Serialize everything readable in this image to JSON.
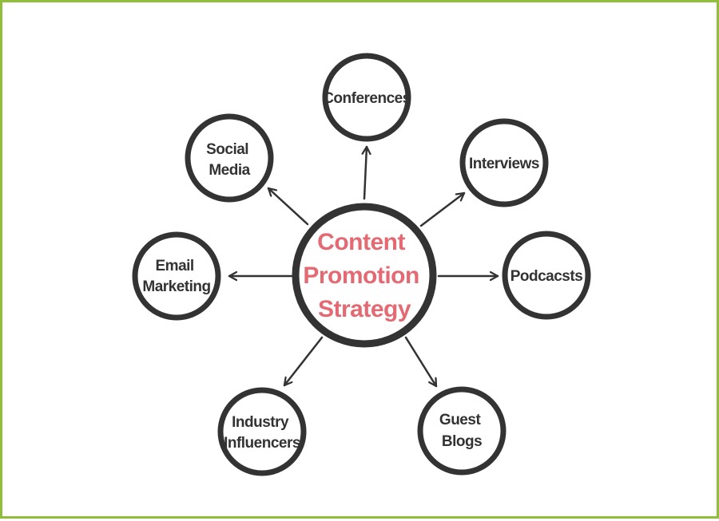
{
  "diagram": {
    "center": {
      "lines": [
        "Content",
        "Promotion",
        "Strategy"
      ],
      "color": "#e36a73"
    },
    "nodes": {
      "conferences": {
        "lines": [
          "Conferences"
        ]
      },
      "interviews": {
        "lines": [
          "Interviews"
        ]
      },
      "podcasts": {
        "lines": [
          "Podcacsts"
        ]
      },
      "guest_blogs": {
        "lines": [
          "Guest",
          "Blogs"
        ]
      },
      "industry_influencers": {
        "lines": [
          "Industry",
          "Influencers"
        ]
      },
      "email_marketing": {
        "lines": [
          "Email",
          "Marketing"
        ]
      },
      "social_media": {
        "lines": [
          "Social",
          "Media"
        ]
      }
    },
    "colors": {
      "border": "#8fbe3a",
      "ring": "#333333",
      "text": "#333333"
    }
  }
}
